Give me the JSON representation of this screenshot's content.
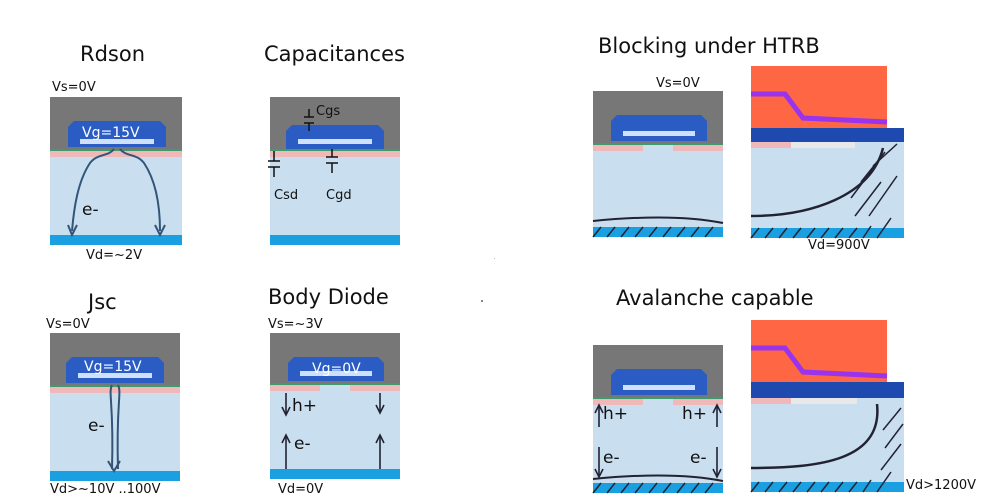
{
  "panels": {
    "rdson": {
      "title": "Rdson",
      "vs": "Vs=0V",
      "vg": "Vg=15V",
      "carrier": "e-",
      "vd": "Vd=~2V"
    },
    "capacitances": {
      "title": "Capacitances",
      "cgs": "Cgs",
      "csd": "Csd",
      "cgd": "Cgd"
    },
    "htrb": {
      "title": "Blocking under HTRB",
      "vs": "Vs=0V",
      "vd": "Vd=900V"
    },
    "jsc": {
      "title": "Jsc",
      "vs": "Vs=0V",
      "vg": "Vg=15V",
      "carrier": "e-",
      "vd": "Vd>~10V ..100V"
    },
    "body_diode": {
      "title": "Body Diode",
      "vs": "Vs=~3V",
      "vg": "Vg=0V",
      "holes": "h+",
      "electrons": "e-",
      "vd": "Vd=0V"
    },
    "avalanche": {
      "title": "Avalanche capable",
      "holes_left": "h+",
      "holes_right": "h+",
      "electrons_left": "e-",
      "electrons_right": "e-",
      "vd": "Vd>1200V"
    }
  },
  "colors": {
    "metal": "#777777",
    "gate": "#2a5cc4",
    "gate_inner": "#cfe0ff",
    "p_well": "#f0b8b8",
    "drift": "#c9dff0",
    "substrate": "#1aa0e0",
    "passivation": "#ff6644",
    "field_plate": "#9933ee",
    "plate_dark": "#1e4ab0",
    "arrow": "#335577"
  }
}
